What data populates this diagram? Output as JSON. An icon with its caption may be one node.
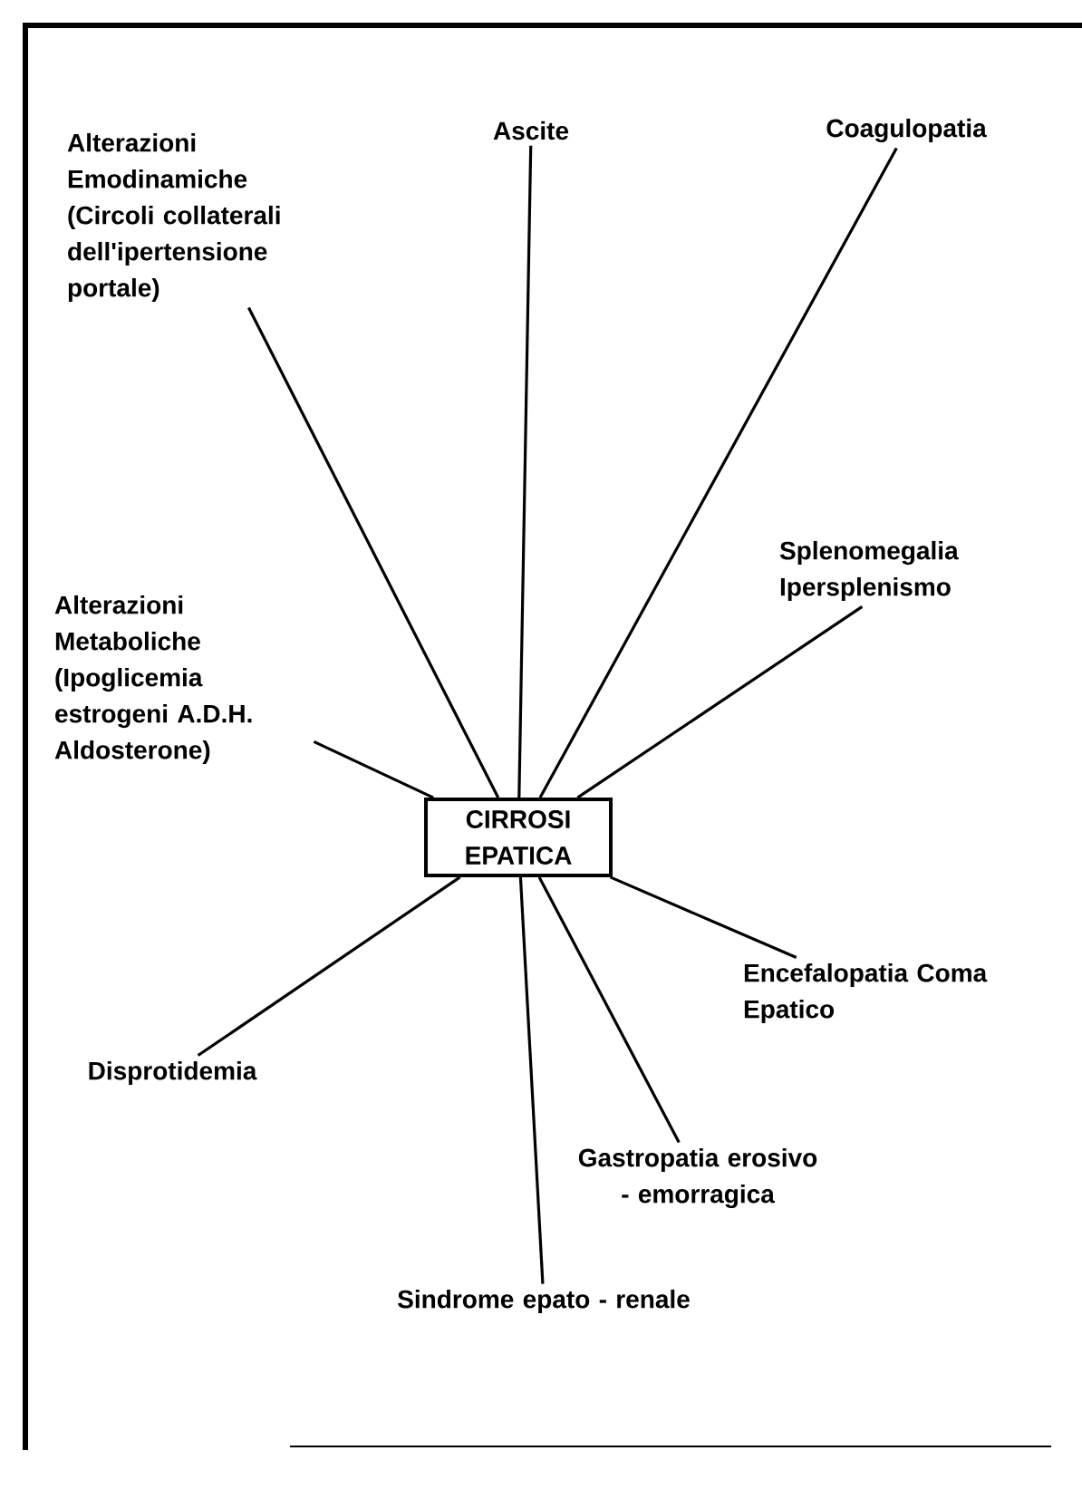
{
  "diagram": {
    "nodes": [
      {
        "text": [
          "Alterazioni Emodinamiche (Circoli collaterali dell'ipertensione portale)"
        ]
      },
      {
        "text": [
          "Ascite"
        ]
      },
      {
        "text": [
          "Coagulopatia"
        ]
      },
      {
        "text": [
          "Alterazioni Metaboliche (Ipoglicemia estrogeni A.D.H. Aldosterone)"
        ]
      },
      {
        "text": [
          "Splenomegalia Ipersplenismo"
        ]
      },
      {
        "text": [
          "CIRROSI EPATICA"
        ]
      },
      {
        "text": [
          "Encefalopatia Coma Epatico"
        ]
      },
      {
        "text": [
          "Disprotidemia"
        ]
      },
      {
        "text": [
          "Gastropatia erosivo - emorragica"
        ]
      },
      {
        "text": [
          "Sindrome epato - renale"
        ]
      }
    ],
    "edges": [
      {
        "from": 5,
        "to": 0,
        "arrow": "none"
      },
      {
        "from": 5,
        "to": 1,
        "arrow": "none"
      },
      {
        "from": 5,
        "to": 2,
        "arrow": "none"
      },
      {
        "from": 5,
        "to": 3,
        "arrow": "none"
      },
      {
        "from": 5,
        "to": 4,
        "arrow": "none"
      },
      {
        "from": 5,
        "to": 6,
        "arrow": "none"
      },
      {
        "from": 5,
        "to": 7,
        "arrow": "none"
      },
      {
        "from": 5,
        "to": 8,
        "arrow": "none"
      },
      {
        "from": 5,
        "to": 9,
        "arrow": "none"
      }
    ]
  }
}
